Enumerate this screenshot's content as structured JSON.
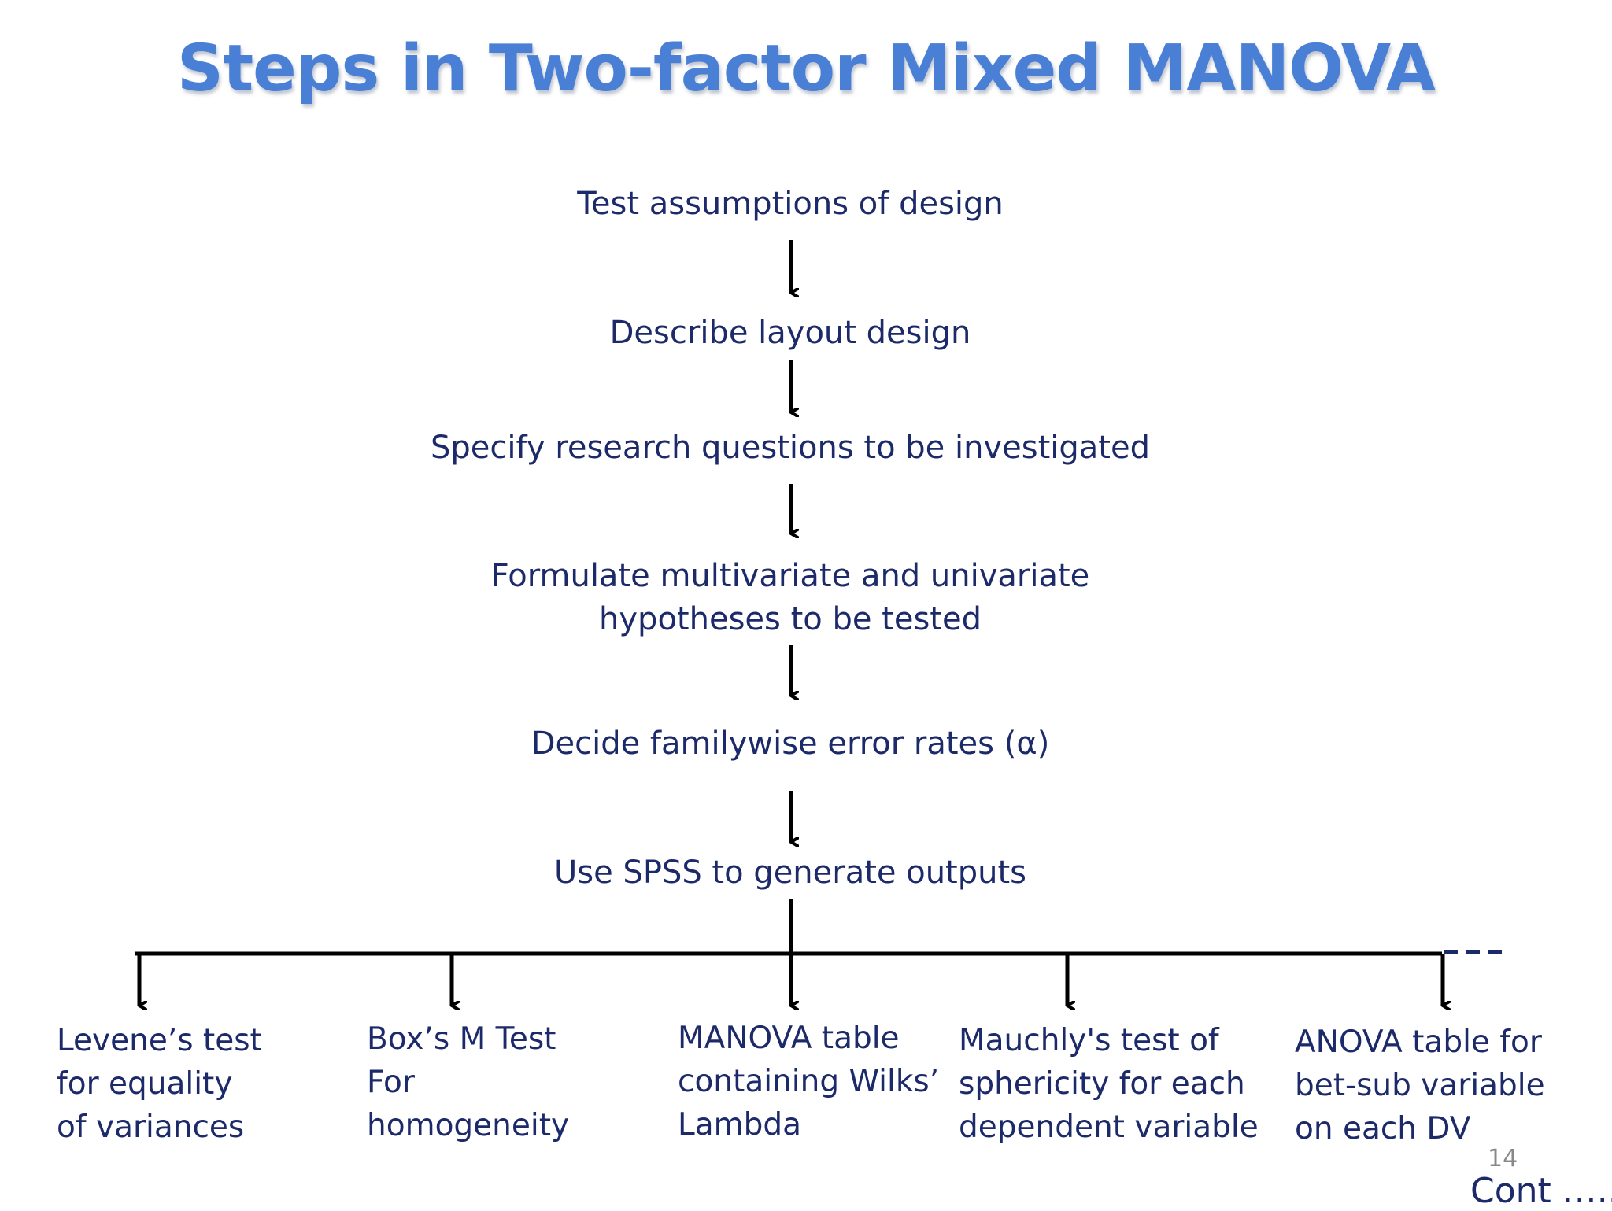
{
  "slide": {
    "title": "Steps in Two-factor Mixed MANOVA",
    "steps": [
      "Test  assumptions of design",
      "Describe layout design",
      "Specify research questions to be investigated",
      [
        "Formulate multivariate and univariate",
        "hypotheses to be tested"
      ],
      "Decide familywise error rates (α)",
      "Use SPSS to generate outputs"
    ],
    "outputs": [
      [
        "Levene’s test",
        "for equality",
        "of variances"
      ],
      [
        "Box’s M Test",
        "For",
        "homogeneity"
      ],
      [
        "MANOVA table",
        "containing Wilks’",
        "Lambda"
      ],
      [
        "Mauchly's test of",
        "sphericity for each",
        "dependent variable"
      ],
      [
        "ANOVA table for",
        "bet-sub variable",
        "on each  DV"
      ]
    ],
    "page_number": "14",
    "continuation": "Cont ….."
  },
  "colors": {
    "title": "#4a7fd6",
    "text": "#1c2a6a",
    "arrows": "#000000",
    "dashes": "#1c2a6a"
  }
}
